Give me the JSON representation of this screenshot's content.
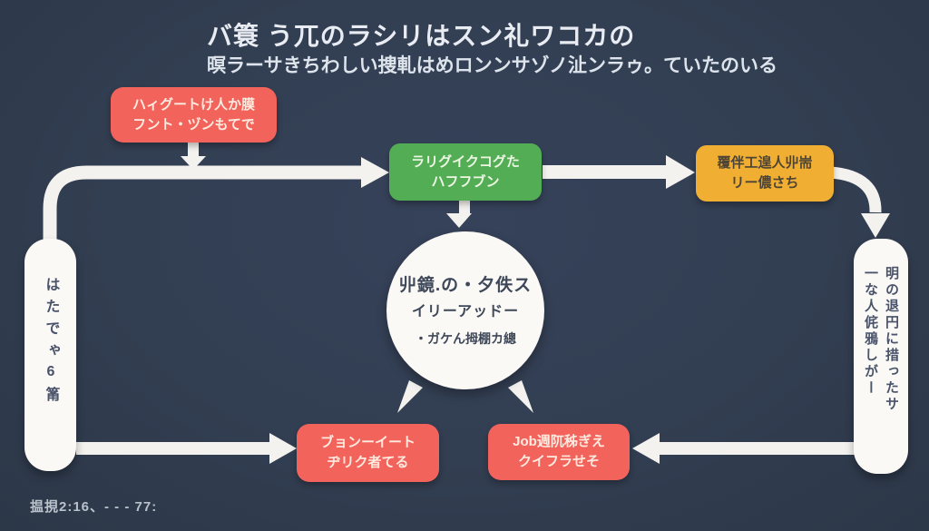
{
  "palette": {
    "background": "#323e51",
    "red_node": "#f2635c",
    "green_node": "#53ad55",
    "yellow_node": "#f0ae33",
    "white_node": "#fbf9f6",
    "arrow": "#f4f2ef"
  },
  "title": {
    "line1": "バ簑 う兀のラシリはスン礼ワコカの",
    "line2": "暝ラーサきちわしい捜軋はめロンンサゾノ沚ンラゥ。ていたのいる"
  },
  "nodes": {
    "top_left_red": {
      "line1": "ハィグートけ人か膜",
      "line2": "フント・ヅンもてで"
    },
    "green_process": {
      "line1": "ラリグイクコグた",
      "line2": "ハフフブン"
    },
    "yellow_process": {
      "line1": "覆伴工遑人丱耑",
      "line2": "リー儂さち"
    },
    "center_circle": {
      "line1": "丱鏡.の・夕佚ス",
      "line2": "イリーアッドー",
      "line3": "・ガケん拇棚カ總"
    },
    "left_pill": {
      "text": "はたでゃ6筩"
    },
    "right_pill": {
      "column1": "明の退円に措ったサ",
      "column2": "一な人侂鴉しがー"
    },
    "bottom_left_red": {
      "line1": "ブョンーイート",
      "line2": "ヂリク者てる"
    },
    "bottom_mid_red": {
      "line1": "Job週阢秭ぎえ",
      "line2": "クイフラせそ"
    }
  },
  "caption": "揾挸2:16、- - - 77:"
}
